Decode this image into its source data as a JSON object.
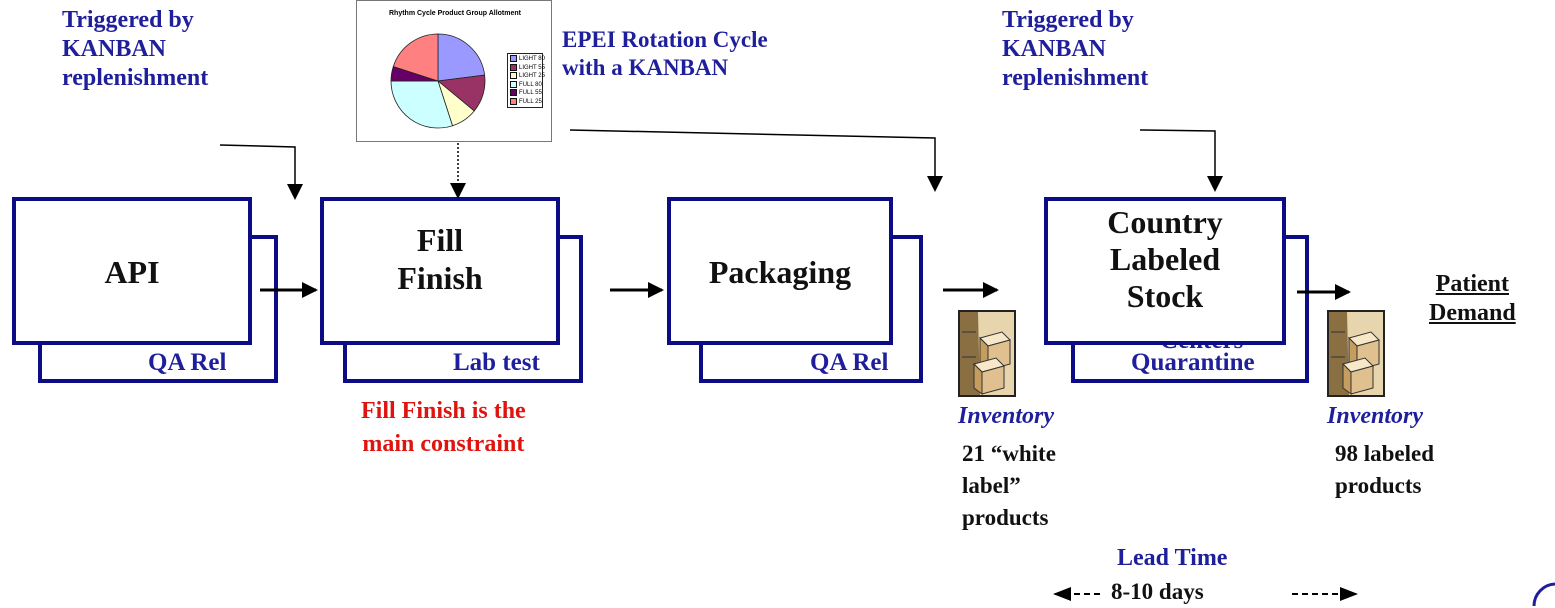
{
  "top_left_note": [
    "Triggered by",
    "KANBAN",
    "replenishment"
  ],
  "top_right_note": [
    "Triggered by",
    "KANBAN",
    "replenishment"
  ],
  "epei_note": [
    "EPEI Rotation Cycle",
    "with a KANBAN"
  ],
  "chart_data": {
    "type": "pie",
    "title": "Rhythm Cycle Product Group Allotment",
    "legend": [
      "LIGHT 80",
      "LIGHT 55",
      "LIGHT 25",
      "FULL  80",
      "FULL  55",
      "FULL  25"
    ],
    "colors": [
      "#9999ff",
      "#993366",
      "#ffffcc",
      "#ccffff",
      "#660066",
      "#ff8080"
    ],
    "values": [
      23,
      13,
      9,
      30,
      5,
      20
    ]
  },
  "process_boxes": [
    {
      "title": [
        "API"
      ],
      "sub": "QA Rel"
    },
    {
      "title": [
        "Fill",
        "Finish"
      ],
      "sub": "Lab test"
    },
    {
      "title": [
        "Packaging"
      ],
      "sub": "QA Rel"
    },
    {
      "title": [
        "Country",
        "Labeled",
        "Stock"
      ],
      "sub": "Quarantine",
      "hidden_fragment": "Centers"
    }
  ],
  "constraint_note": [
    "Fill Finish is the",
    "main constraint"
  ],
  "inventory_left": {
    "label": "Inventory",
    "text": [
      "21 “white",
      "label”",
      "products"
    ]
  },
  "inventory_right": {
    "label": "Inventory",
    "text": [
      "98 labeled",
      "products"
    ]
  },
  "patient_demand": [
    "Patient",
    "Demand"
  ],
  "lead_time": {
    "title": "Lead Time",
    "value": "8-10 days"
  },
  "colors": {
    "blue_text": "#1f1f9c",
    "box_border": "#0c0c86",
    "red_text": "#e0140f"
  }
}
